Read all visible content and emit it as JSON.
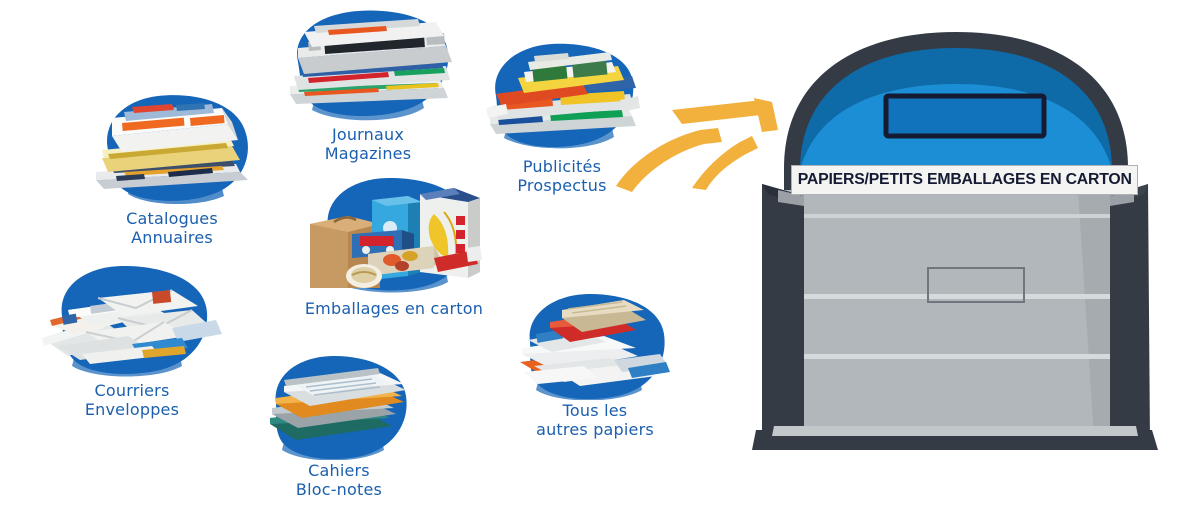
{
  "page": {
    "title": "Tri des papiers et petits emballages en carton",
    "background_color": "#ffffff",
    "accent_blue": "#1565b8",
    "caption_blue": "#1b5fae",
    "arrow_color": "#f2b03c",
    "bin_dark": "#343b44",
    "bin_body": "#b2b7bc",
    "bin_lid_blue": "#1b8ed6"
  },
  "items": [
    {
      "id": "catalogues",
      "name": "catalogues-annuaires",
      "caption": "Catalogues\nAnnuaires",
      "pile_type": "catalogues"
    },
    {
      "id": "journaux",
      "name": "journaux-magazines",
      "caption": "Journaux\nMagazines",
      "pile_type": "newspapers"
    },
    {
      "id": "publicites",
      "name": "publicites-prospectus",
      "caption": "Publicités\nProspectus",
      "pile_type": "flyers"
    },
    {
      "id": "emballages",
      "name": "emballages-en-carton",
      "caption": "Emballages en carton",
      "pile_type": "cardboard"
    },
    {
      "id": "courriers",
      "name": "courriers-enveloppes",
      "caption": "Courriers\nEnveloppes",
      "pile_type": "envelopes"
    },
    {
      "id": "cahiers",
      "name": "cahiers-bloc-notes",
      "caption": "Cahiers\nBloc-notes",
      "pile_type": "notebooks"
    },
    {
      "id": "autres",
      "name": "tous-les-autres-papiers",
      "caption": "Tous les\nautres papiers",
      "pile_type": "otherpapers"
    }
  ],
  "arrow": {
    "label": "flow-arrow",
    "direction": "right-up",
    "color": "#f2b03c"
  },
  "bin": {
    "label_text": "PAPIERS/PETITS EMBALLAGES EN CARTON",
    "slot_label": "insertion-slot",
    "panel_label": "front-panel-plate",
    "colors": {
      "frame": "#343b44",
      "body": "#b2b7bc",
      "lid_top": "#0f6aa8",
      "lid_front": "#1b8ed6",
      "slot": "#1273bd"
    }
  }
}
